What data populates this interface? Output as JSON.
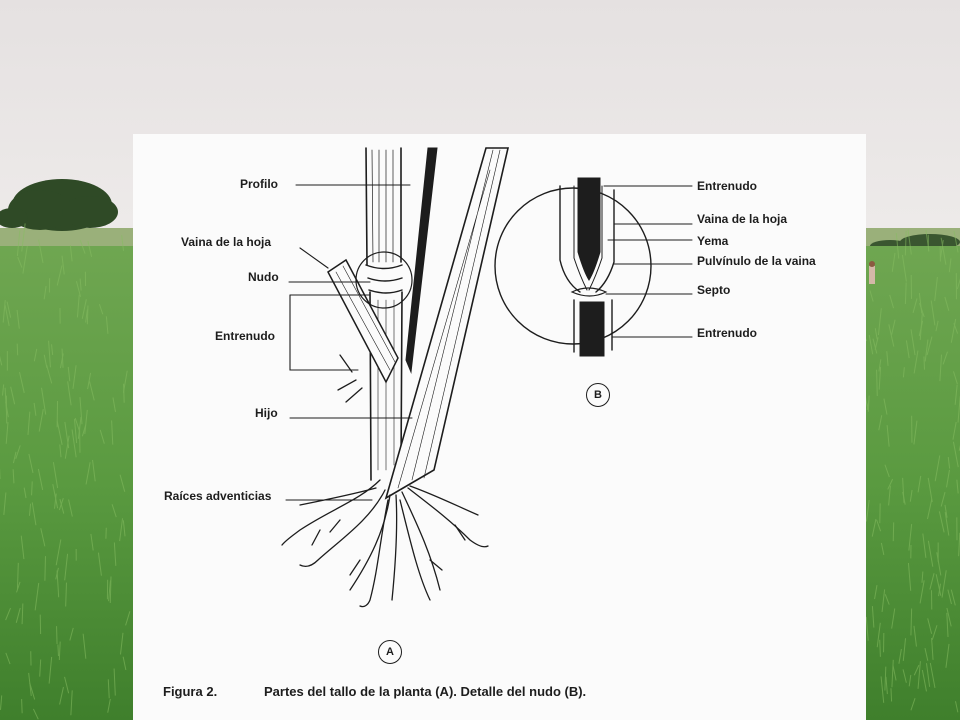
{
  "figure": {
    "caption_number": "Figura 2.",
    "caption_text": "Partes del tallo de la planta (A).  Detalle del nudo (B).",
    "panel_a_marker": "A",
    "panel_b_marker": "B"
  },
  "labels_a": {
    "profilo": "Profilo",
    "vaina": "Vaina de la hoja",
    "nudo": "Nudo",
    "entrenudo": "Entrenudo",
    "hijo": "Hijo",
    "raices": "Raíces adventicias"
  },
  "labels_b": {
    "entrenudo_top": "Entrenudo",
    "vaina": "Vaina de la hoja",
    "yema": "Yema",
    "pulvinulo": "Pulvínulo de la vaina",
    "septo": "Septo",
    "entrenudo_bottom": "Entrenudo"
  },
  "colors": {
    "sky": "#e9e6e6",
    "grass": "#5f9a44",
    "tree": "#2f4a26",
    "panel": "#fbfbfb",
    "ink": "#1d1d1d"
  }
}
